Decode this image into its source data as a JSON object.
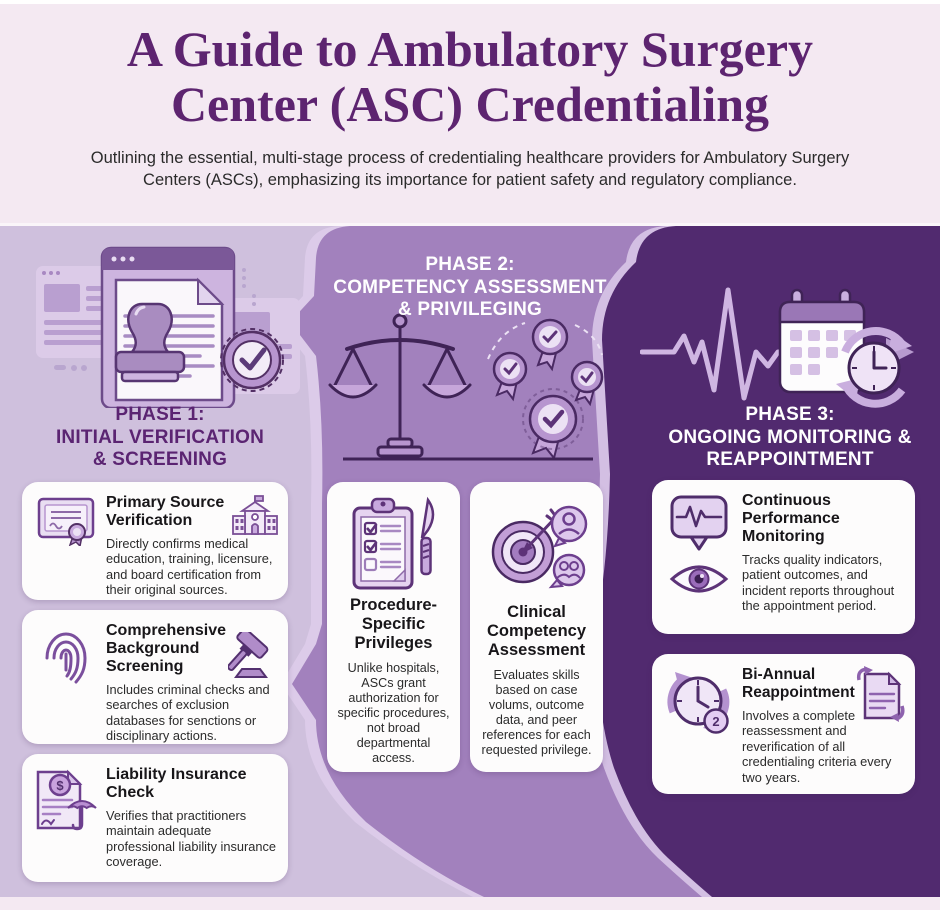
{
  "colors": {
    "panel_bg": "#f4e9f2",
    "col1_bg": "#cfc0dd",
    "col2_bg": "#a281bd",
    "col3_bg": "#512a6f",
    "edge": "#dccbe9",
    "card_bg": "#fdfcfc",
    "accent": "#5b2472",
    "title": "#5d2470",
    "ink": "#452a5e",
    "text": "#2c2a2e",
    "icon_fill": "#b795cf",
    "icon_lite": "#ecdff5"
  },
  "header": {
    "title": "A Guide to Ambulatory Surgery\nCenter (ASC) Credentialing",
    "subtitle": "Outlining the essential, multi-stage process of credentialing healthcare providers for Ambulatory Surgery Centers (ASCs), emphasizing its importance for patient safety and regulatory compliance."
  },
  "phases": [
    {
      "title": "PHASE 1:\nINITIAL VERIFICATION\n& SCREENING",
      "illustration": "stamp-document-approval",
      "cards": [
        {
          "title": "Primary Source\nVerification",
          "body": "Directly confirms medical education, training, licensure, and board certification from their original sources.",
          "icon_left": "certificate-icon",
          "icon_right": "school-icon"
        },
        {
          "title": "Comprehensive\nBackground\nScreening",
          "body": "Includes criminal checks and searches of exclusion databases for senctions or disciplinary actions.",
          "icon_left": "fingerprint-icon",
          "icon_right": "gavel-icon"
        },
        {
          "title": "Liability Insurance\nCheck",
          "body": "Verifies that practitioners maintain adequate professional liability insurance coverage.",
          "icon_left": "insurance-document-icon"
        }
      ]
    },
    {
      "title": "PHASE 2:\nCOMPETENCY ASSESSMENT\n& PRIVILEGING",
      "illustration": "balance-scale-award-badges",
      "cards": [
        {
          "title": "Procedure-\nSpecific\nPrivileges",
          "body": "Unlike hospitals, ASCs grant authorization for specific procedures, not broad departmental access.",
          "icon": "clipboard-scalpel-icon"
        },
        {
          "title": "Clinical\nCompetency\nAssessment",
          "body": "Evaluates skills based on case volums, outcome data, and peer references for each requested privilege.",
          "icon": "target-feedback-icon"
        }
      ]
    },
    {
      "title": "PHASE 3:\nONGOING MONITORING &\nREAPPOINTMENT",
      "illustration": "ekg-calendar-cycle",
      "cards": [
        {
          "title": "Continuous\nPerformance\nMonitoring",
          "body": "Tracks quality indicators, patient outcomes, and incident reports throughout the appointment period.",
          "icon_left": "pulse-monitor-icon",
          "icon_left2": "eye-icon"
        },
        {
          "title": "Bi-Annual\nReappointment",
          "body": "Involves a complete reassessment and reverification of all credentialing criteria every two years.",
          "icon_left": "clock-cycle-icon",
          "icon_right": "document-refresh-icon",
          "badge": "2"
        }
      ]
    }
  ]
}
